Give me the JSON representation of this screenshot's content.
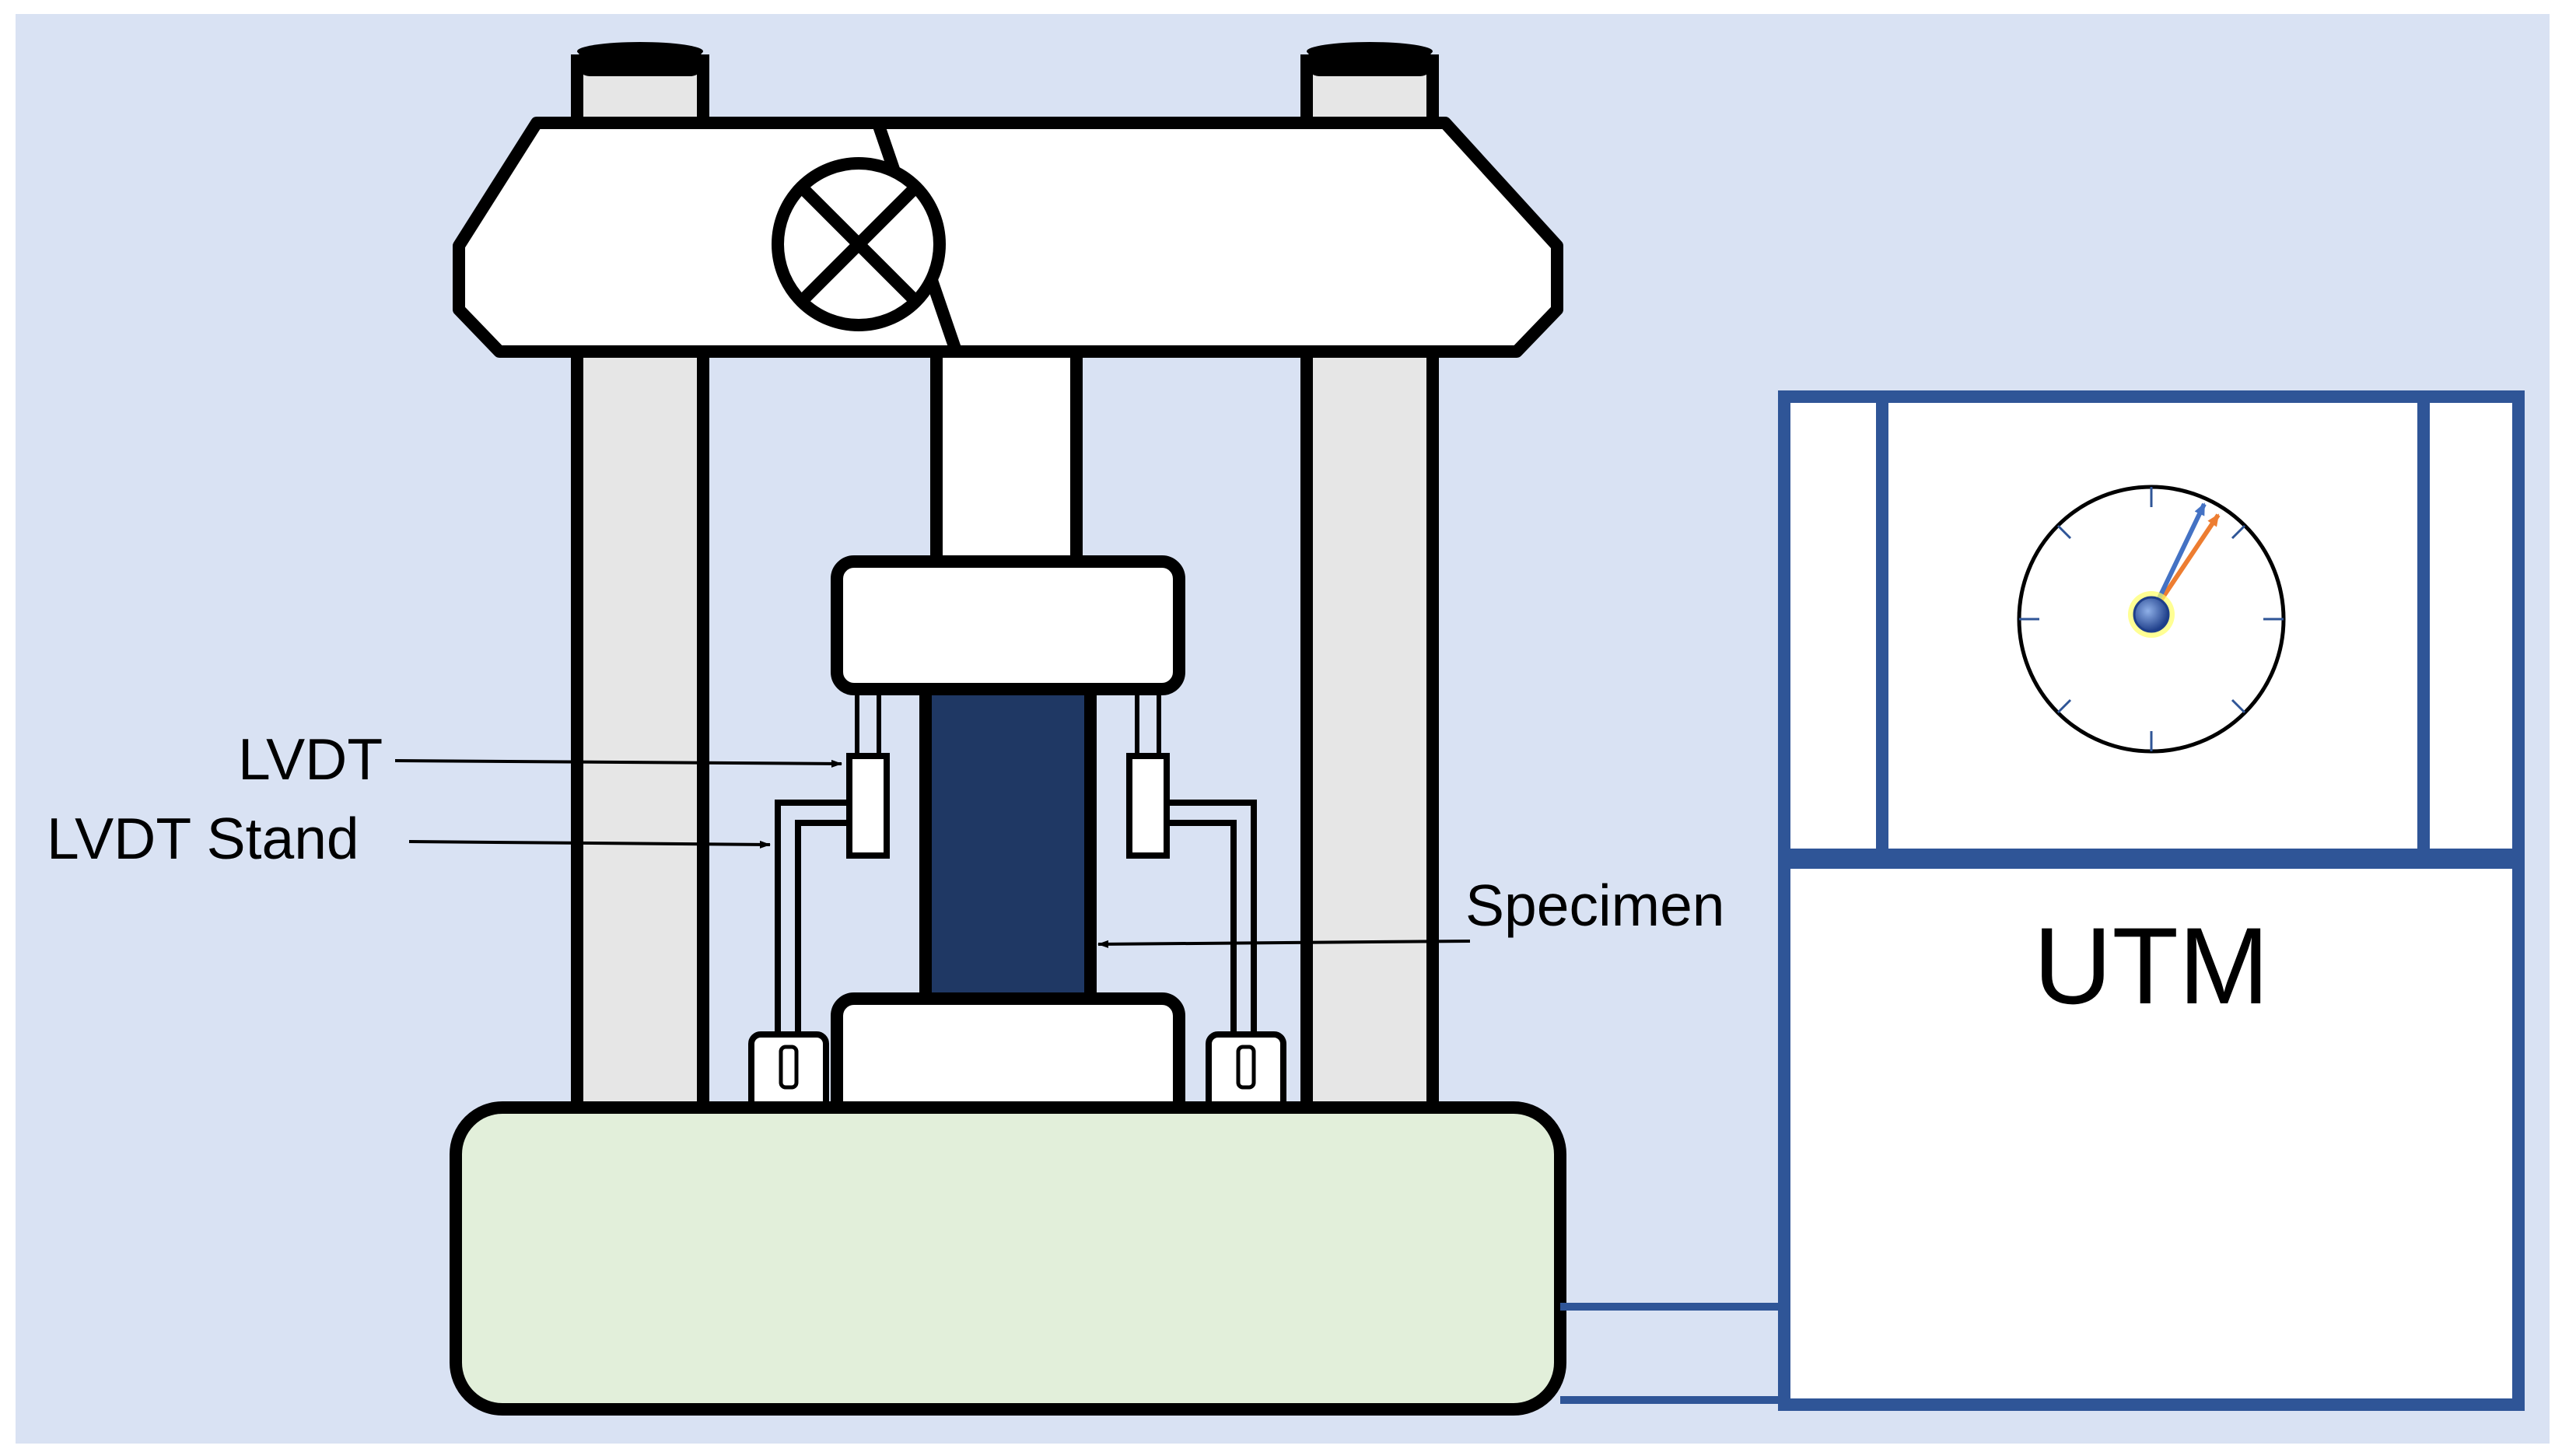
{
  "diagram": {
    "labels": {
      "lvdt": "LVDT",
      "lvdt_stand": "LVDT Stand",
      "specimen": "Specimen",
      "utm": "UTM"
    },
    "colors": {
      "background": "#d9e2f3",
      "outline": "#000000",
      "column_fill": "#e6e6e6",
      "frame_fill": "#ffffff",
      "specimen_fill": "#1f3864",
      "base_fill": "#e2efda",
      "utm_border": "#2f5597",
      "needle_blue": "#4472c4",
      "needle_orange": "#ed7d31",
      "gauge_hub": "#2f5597",
      "gauge_glow": "#ffff66"
    },
    "icons": {
      "valve": "circle-x-valve-icon",
      "gauge": "dial-gauge-icon"
    }
  }
}
